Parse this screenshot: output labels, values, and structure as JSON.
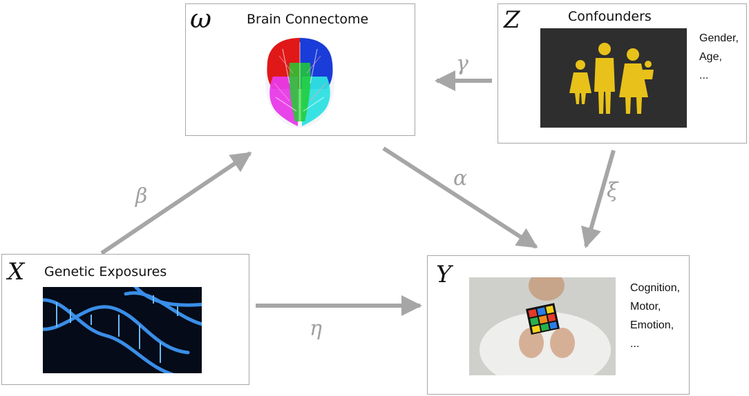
{
  "nodes": {
    "omega": {
      "symbol": "ω",
      "title": "Brain Connectome"
    },
    "z": {
      "symbol": "Z",
      "title": "Confounders",
      "items": [
        "Gender,",
        "Age,",
        "..."
      ]
    },
    "x": {
      "symbol": "X",
      "title": "Genetic Exposures"
    },
    "y": {
      "symbol": "Y",
      "items": [
        "Cognition,",
        "Motor,",
        "Emotion,",
        "..."
      ]
    }
  },
  "edges": {
    "gamma": "γ",
    "beta": "β",
    "alpha": "α",
    "xi": "ξ",
    "eta": "η"
  },
  "colors": {
    "arrow": "#a6a6a6",
    "label": "#a0a0a0",
    "border": "#a6a6a6"
  }
}
